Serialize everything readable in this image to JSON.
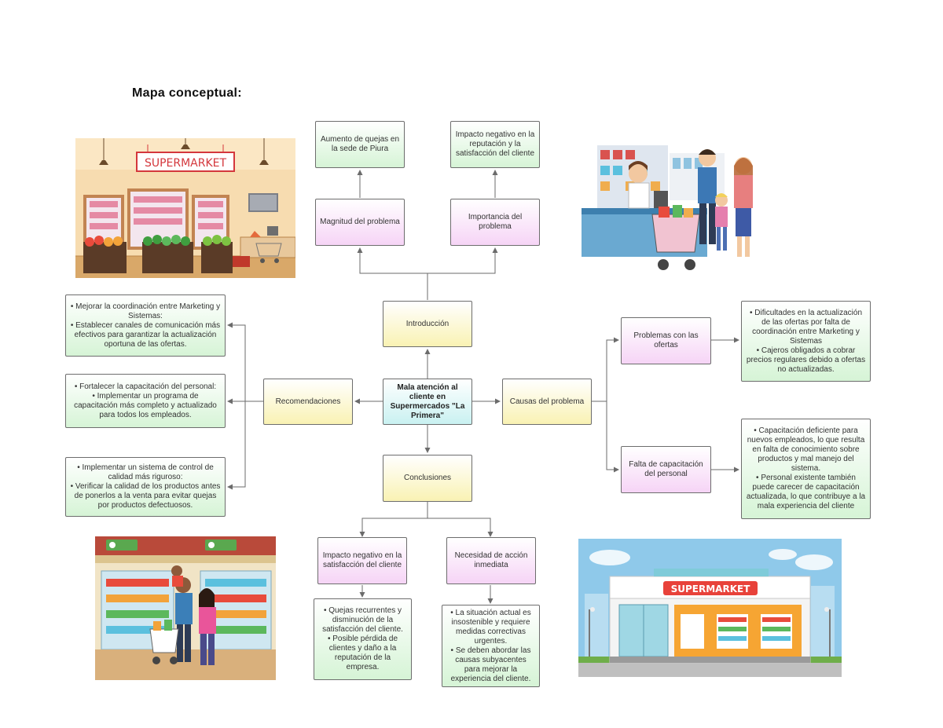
{
  "title": "Mapa conceptual:",
  "center": {
    "text": "Mala atención al cliente en Supermercados \"La Primera\""
  },
  "introduccion": "Introducción",
  "magnitud": "Magnitud del problema",
  "importancia": "Importancia del problema",
  "aumento_quejas": "Aumento de quejas en la sede de Piura",
  "impacto_reputacion": "Impacto negativo en la reputación y la satisfacción del cliente",
  "causas": "Causas del problema",
  "problemas_ofertas": "Problemas con las ofertas",
  "falta_capacitacion": "Falta de capacitación del personal",
  "ofertas_detalle": [
    "• Dificultades en la actualización de las ofertas por falta de coordinación entre Marketing y Sistemas",
    "• Cajeros obligados a cobrar precios regulares debido a ofertas no actualizadas."
  ],
  "capacitacion_detalle": [
    "• Capacitación deficiente para nuevos empleados, lo que resulta en falta de conocimiento sobre productos y mal manejo del sistema.",
    "• Personal existente también puede carecer de capacitación actualizada, lo que contribuye a la mala experiencia del cliente"
  ],
  "recomendaciones": "Recomendaciones",
  "rec1": [
    "• Mejorar la coordinación entre Marketing y Sistemas:",
    "• Establecer canales de comunicación más efectivos para garantizar la actualización oportuna de las ofertas."
  ],
  "rec2": [
    "• Fortalecer la capacitación del personal:",
    "• Implementar un programa de capacitación más completo y actualizado para todos los empleados."
  ],
  "rec3": [
    "• Implementar un sistema de control de calidad más riguroso:",
    "• Verificar la calidad de los productos antes de ponerlos a la venta para evitar quejas por productos defectuosos."
  ],
  "conclusiones": "Conclusiones",
  "impacto_satisfaccion": "Impacto negativo en la satisfacción del cliente",
  "necesidad_accion": "Necesidad de acción inmediata",
  "satisfaccion_detalle": [
    "• Quejas recurrentes y disminución de la satisfacción del cliente.",
    "• Posible pérdida de clientes y daño a la reputación de la empresa."
  ],
  "accion_detalle": [
    "• La situación actual es insostenible y requiere medidas correctivas urgentes.",
    "• Se deben abordar las causas subyacentes para mejorar la experiencia del cliente."
  ],
  "sign_supermarket": "SUPERMARKET",
  "sign_supermarket_2": "SUPERMARKET",
  "colors": {
    "green": "#d6f4d6",
    "pink": "#f6d4f6",
    "yellow": "#f9f2b3",
    "cyan": "#c9f1f1",
    "line": "#6b6b6b"
  }
}
